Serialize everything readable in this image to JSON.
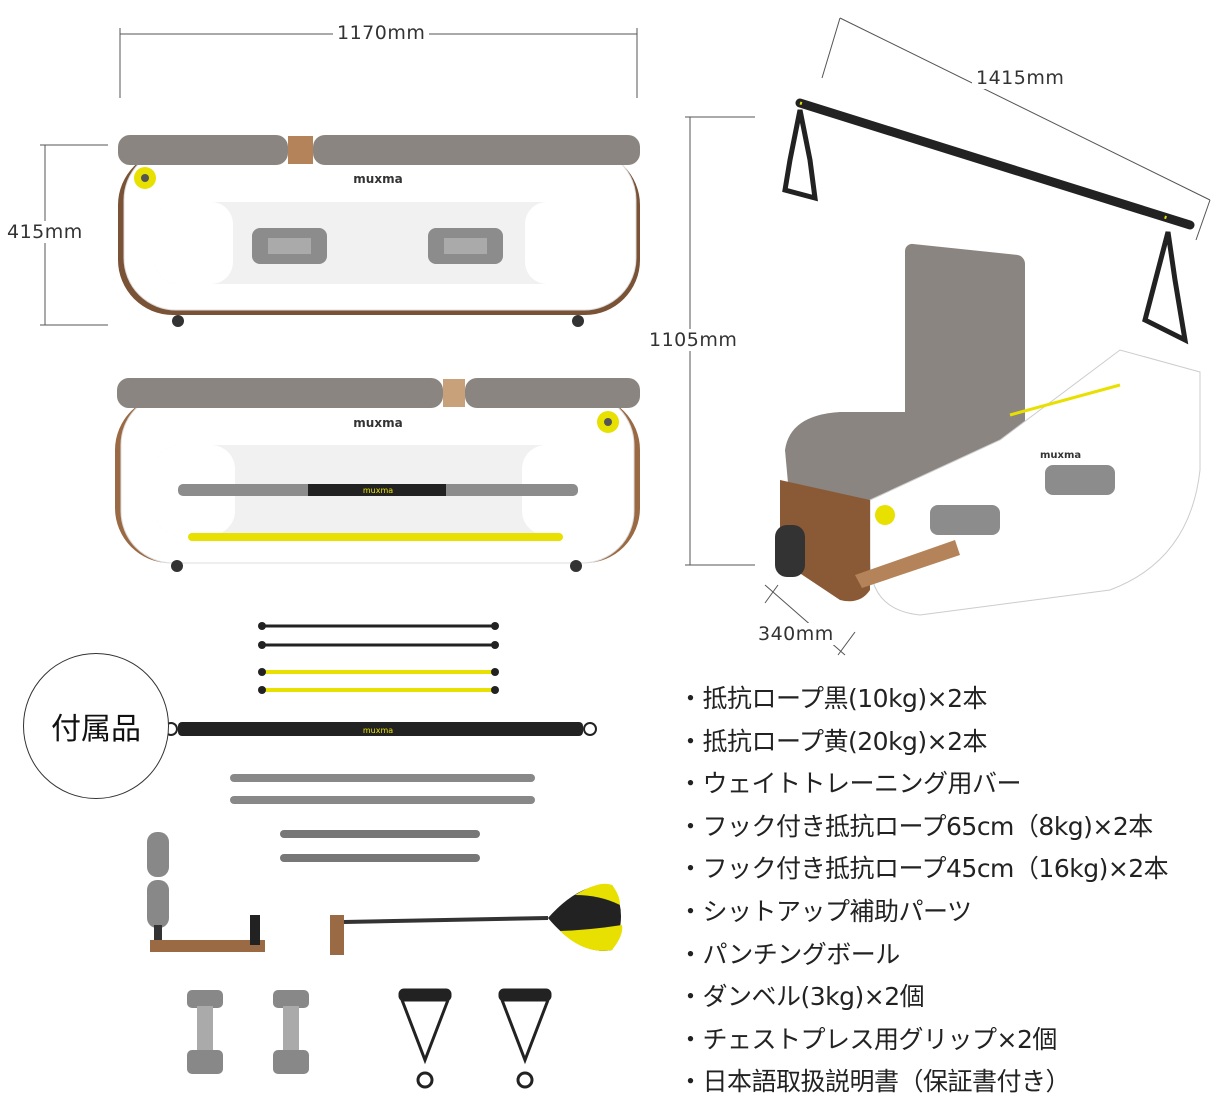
{
  "dimensions": {
    "width": "1170mm",
    "height_front": "415mm",
    "length": "1415mm",
    "height_upright": "1105mm",
    "depth": "340mm"
  },
  "brand": {
    "logo": "muxma"
  },
  "accessories": {
    "title": "付属品",
    "items": [
      "・抵抗ロープ黒(10kg)×2本",
      "・抵抗ロープ黄(20kg)×2本",
      "・ウェイトトレーニング用バー",
      "・フック付き抵抗ロープ65cm（8kg)×2本",
      "・フック付き抵抗ロープ45cm（16kg)×2本",
      "・シットアップ補助パーツ",
      "・パンチングボール",
      "・ダンベル(3kg)×2個",
      "・チェストプレス用グリップ×2個",
      "・日本語取扱説明書（保証書付き）"
    ]
  },
  "colors": {
    "accent_yellow": "#e8e000",
    "cushion_gray": "#8a8580",
    "wood": "#9a6a44",
    "body_white": "#ffffff",
    "dark": "#222222"
  }
}
